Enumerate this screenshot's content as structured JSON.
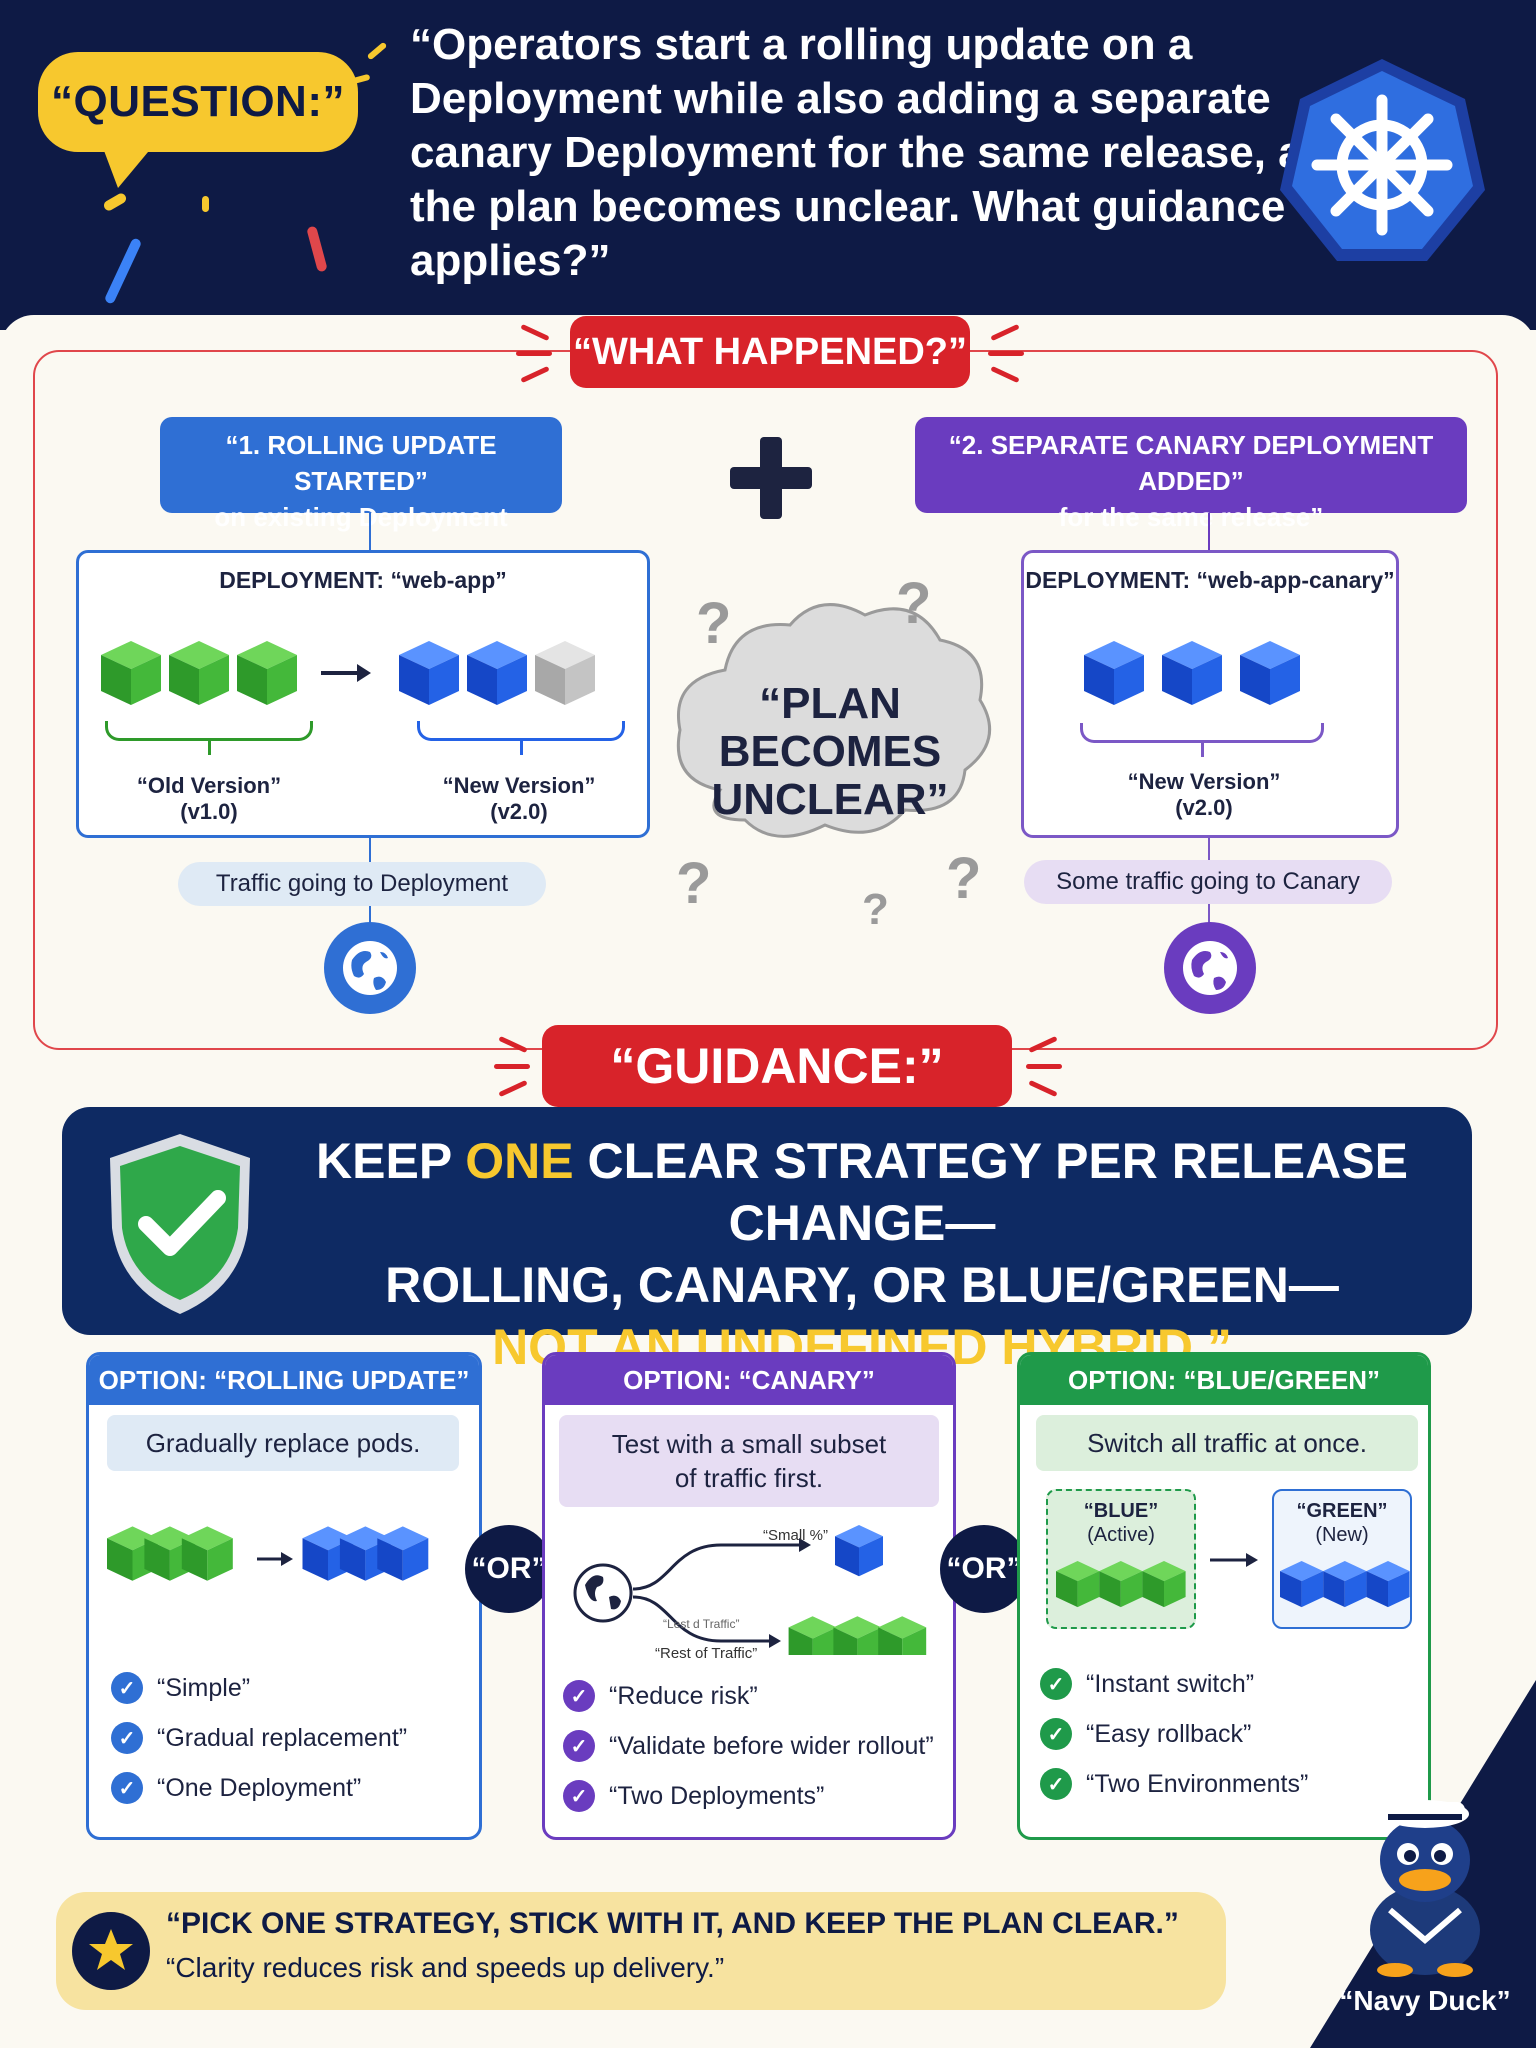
{
  "header": {
    "question_tag": "“QUESTION:”",
    "question_text": "“Operators start a rolling update on a Deployment while also adding a separate canary Deployment for the same release, and the plan becomes unclear. What guidance applies?”",
    "logo_icon": "kubernetes-helm-icon"
  },
  "what_happened": {
    "banner": "“WHAT HAPPENED?”",
    "step1": {
      "line1": "“1. ROLLING UPDATE STARTED”",
      "line2": "on existing Deployment"
    },
    "step2": {
      "line1": "“2. SEPARATE CANARY DEPLOYMENT ADDED”",
      "line2": "for the same release”"
    },
    "deployment1": {
      "title": "DEPLOYMENT: “web-app”",
      "old_label": "“Old Version”",
      "old_version": "(v1.0)",
      "new_label": "“New Version”",
      "new_version": "(v2.0)",
      "traffic": "Traffic going to Deployment"
    },
    "deployment2": {
      "title": "DEPLOYMENT: “web-app-canary”",
      "new_label": "“New Version”",
      "new_version": "(v2.0)",
      "traffic": "Some traffic going to Canary"
    },
    "cloud": {
      "line1": "“PLAN",
      "line2": "BECOMES",
      "line3": "UNCLEAR”"
    }
  },
  "guidance": {
    "banner": "“GUIDANCE:”",
    "line1_a": "KEEP ",
    "line1_b": "ONE",
    "line1_c": " CLEAR STRATEGY PER RELEASE CHANGE—",
    "line2": "ROLLING, CANARY, OR BLUE/GREEN—",
    "line3": "NOT AN UNDEFINED HYBRID.”"
  },
  "options": {
    "or_label": "“OR”",
    "rolling": {
      "title": "OPTION: “ROLLING UPDATE”",
      "desc": "Gradually replace pods.",
      "checks": [
        "“Simple”",
        "“Gradual replacement”",
        "“One Deployment”"
      ]
    },
    "canary": {
      "title": "OPTION: “CANARY”",
      "desc_line1": "Test with a small subset",
      "desc_line2": "of traffic first.",
      "small_label": "“Small %”",
      "rest_label_faint": "“Lest d Traffic”",
      "rest_label": "“Rest of Traffic”",
      "checks": [
        "“Reduce risk”",
        "“Validate before wider rollout”",
        "“Two Deployments”"
      ]
    },
    "bluegreen": {
      "title": "OPTION: “BLUE/GREEN”",
      "desc": "Switch all traffic at once.",
      "blue_label": "“BLUE”",
      "blue_sub": "(Active)",
      "green_label": "“GREEN”",
      "green_sub": "(New)",
      "checks": [
        "“Instant switch”",
        "“Easy rollback”",
        "“Two Environments”"
      ]
    }
  },
  "footer": {
    "tip_line1": "“PICK ONE STRATEGY, STICK WITH IT, AND KEEP THE PLAN CLEAR.”",
    "tip_line2": "“Clarity reduces risk and speeds up delivery.”",
    "mascot_name": "“Navy Duck”"
  },
  "colors": {
    "navy": "#0e1a45",
    "red": "#d8232a",
    "blue": "#2f6fd4",
    "purple": "#6a3cbf",
    "green": "#1f9a4a",
    "yellow": "#f7c82e"
  }
}
